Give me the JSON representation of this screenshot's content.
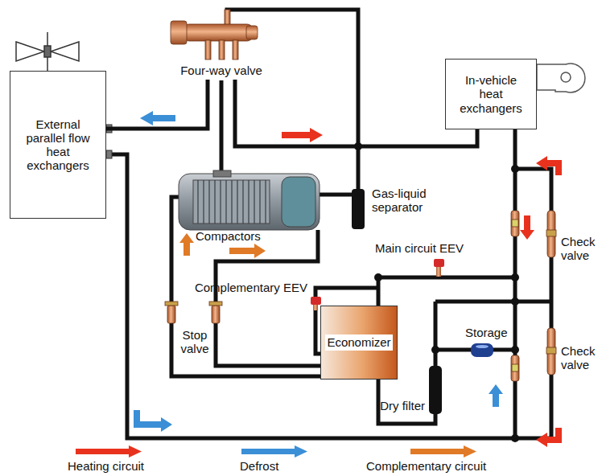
{
  "diagram": {
    "nodes": [
      {
        "text": [
          "External parallel flow heat exchangers"
        ]
      },
      {
        "text": [
          "Four-way valve"
        ]
      },
      {
        "text": [
          "In-vehicle heat exchangers"
        ]
      },
      {
        "text": [
          "Economizer"
        ]
      }
    ],
    "edges": [
      {
        "from": 1,
        "to": 0,
        "arrow": "none"
      },
      {
        "from": 1,
        "to": 2,
        "arrow": "none"
      }
    ],
    "labels": [
      "Gas-liquid separator",
      "Compactors",
      "Main circuit EEV",
      "Complementary EEV",
      "Stop valve",
      "Storage",
      "Dry filter",
      "Check valve",
      "Check valve"
    ],
    "legend": [
      {
        "text": "Heating circuit",
        "color": "#e8321e"
      },
      {
        "text": "Defrost",
        "color": "#3b8fd6"
      },
      {
        "text": "Complementary circuit",
        "color": "#e07a26"
      }
    ]
  }
}
